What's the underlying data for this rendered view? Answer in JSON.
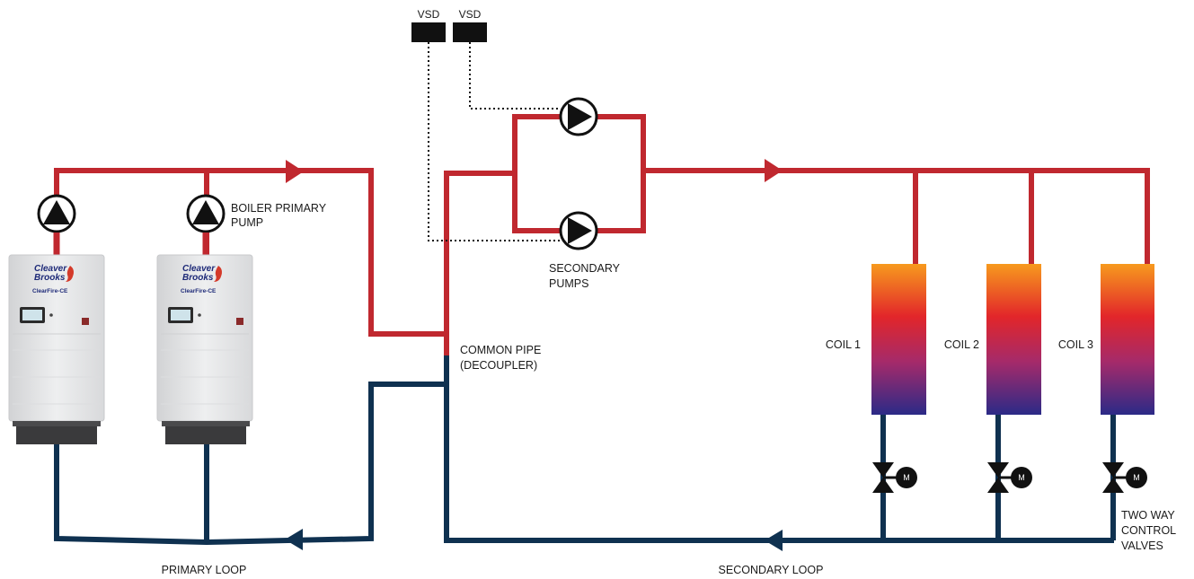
{
  "labels": {
    "vsd_1": "VSD",
    "vsd_2": "VSD",
    "boiler_primary_pump": [
      "BOILER PRIMARY",
      "PUMP"
    ],
    "secondary_pumps": [
      "SECONDARY",
      "PUMPS"
    ],
    "common_pipe": [
      "COMMON PIPE",
      "(DECOUPLER)"
    ],
    "coil_1": "COIL 1",
    "coil_2": "COIL 2",
    "coil_3": "COIL 3",
    "two_way_valves": [
      "TWO WAY",
      "CONTROL",
      "VALVES"
    ],
    "primary_loop": "PRIMARY LOOP",
    "secondary_loop": "SECONDARY LOOP"
  },
  "boilers": [
    {
      "brand": [
        "Cleaver",
        "Brooks"
      ],
      "model": "ClearFire-CE"
    },
    {
      "brand": [
        "Cleaver",
        "Brooks"
      ],
      "model": "ClearFire-CE"
    }
  ],
  "valve_motor_label": "M",
  "colors": {
    "supply_pipe": "#c0282f",
    "return_pipe": "#0f3150",
    "coil_top": "#f79a1e",
    "coil_mid": "#e2262a",
    "coil_bottom": "#2b2a87",
    "boiler_body": "#e6e7e8",
    "vsd_box": "#111111"
  }
}
